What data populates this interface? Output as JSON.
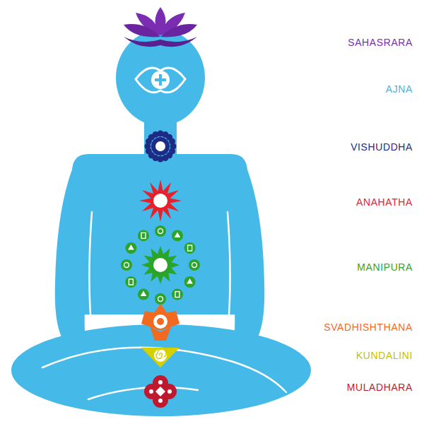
{
  "diagram": {
    "labels": [
      "SAHASRARA",
      "AJNA",
      "VISHUDDHA",
      "ANAHATHA",
      "MANIPURA",
      "SVADHISHTHANA",
      "KUNDALINI",
      "MULADHARA"
    ]
  }
}
